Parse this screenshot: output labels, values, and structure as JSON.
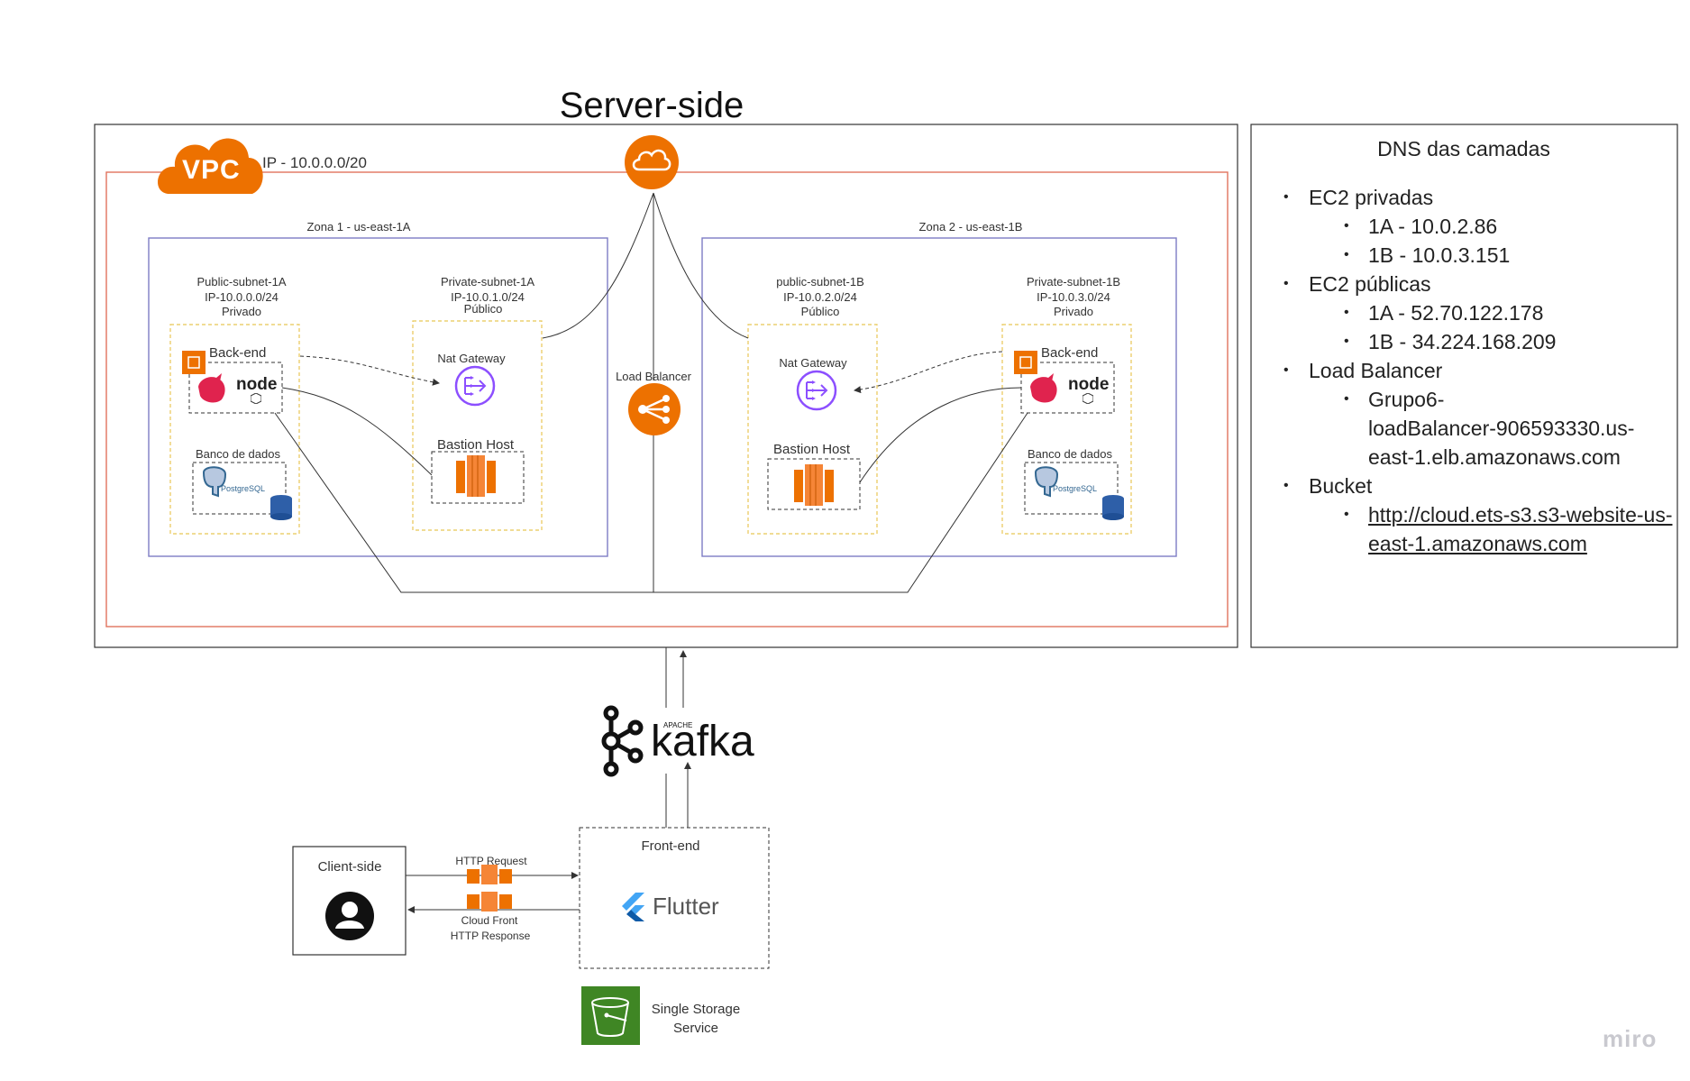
{
  "title": "Server-side",
  "vpc": {
    "badge": "VPC",
    "ip": "IP - 10.0.0.0/20"
  },
  "zones": [
    {
      "label": "Zona 1 - us-east-1A"
    },
    {
      "label": "Zona 2 - us-east-1B"
    }
  ],
  "subnets": {
    "public_1a": {
      "name": "Public-subnet-1A",
      "ip": "IP-10.0.0.0/24",
      "type": "Privado"
    },
    "private_1a": {
      "name": "Private-subnet-1A",
      "ip": "IP-10.0.1.0/24",
      "type": "Público"
    },
    "public_1b": {
      "name": "public-subnet-1B",
      "ip": "IP-10.0.2.0/24",
      "type": "Público"
    },
    "private_1b": {
      "name": "Private-subnet-1B",
      "ip": "IP-10.0.3.0/24",
      "type": "Privado"
    }
  },
  "labels": {
    "backend": "Back-end",
    "database": "Banco de dados",
    "nat_gateway": "Nat Gateway",
    "bastion": "Bastion Host",
    "load_balancer": "Load Balancer",
    "node": "node",
    "postgres": "PostgreSQL",
    "kafka_small": "APACHE",
    "kafka": "kafka",
    "frontend": "Front-end",
    "flutter": "Flutter",
    "client": "Client-side",
    "http_request": "HTTP Request",
    "cloudfront": "Cloud Front",
    "http_response": "HTTP Response",
    "s3_line1": "Single Storage",
    "s3_line2": "Service",
    "miro": "miro"
  },
  "dns": {
    "title": "DNS das camadas",
    "items": [
      {
        "label": "EC2 privadas",
        "children": [
          "1A - 10.0.2.86",
          "1B - 10.0.3.151"
        ]
      },
      {
        "label": "EC2 públicas",
        "children": [
          "1A - 52.70.122.178",
          "1B - 34.224.168.209"
        ]
      },
      {
        "label": "Load Balancer",
        "children": [
          "Grupo6-",
          "loadBalancer-906593330.us-",
          "east-1.elb.amazonaws.com"
        ]
      },
      {
        "label": "Bucket",
        "children": [
          "http://cloud.ets-s3.s3-website-us-",
          "east-1.amazonaws.com"
        ]
      }
    ]
  },
  "colors": {
    "aws_orange": "#ed7100",
    "vpc_border": "#e0735d",
    "zone_border": "#7d7cc4",
    "subnet_border": "#e8c655",
    "nat_purple": "#8c4fff",
    "s3_green": "#3f8624",
    "nest_red": "#e0234e",
    "flutter_blue": "#42a5f5"
  },
  "icons": [
    "vpc-cloud-icon",
    "internet-gateway-icon",
    "load-balancer-icon",
    "ec2-icon",
    "nestjs-icon",
    "nodejs-icon",
    "postgresql-icon",
    "rds-icon",
    "nat-gateway-icon",
    "bastion-ec2-icon",
    "kafka-icon",
    "flutter-icon",
    "user-icon",
    "cloudfront-icon",
    "s3-bucket-icon"
  ]
}
